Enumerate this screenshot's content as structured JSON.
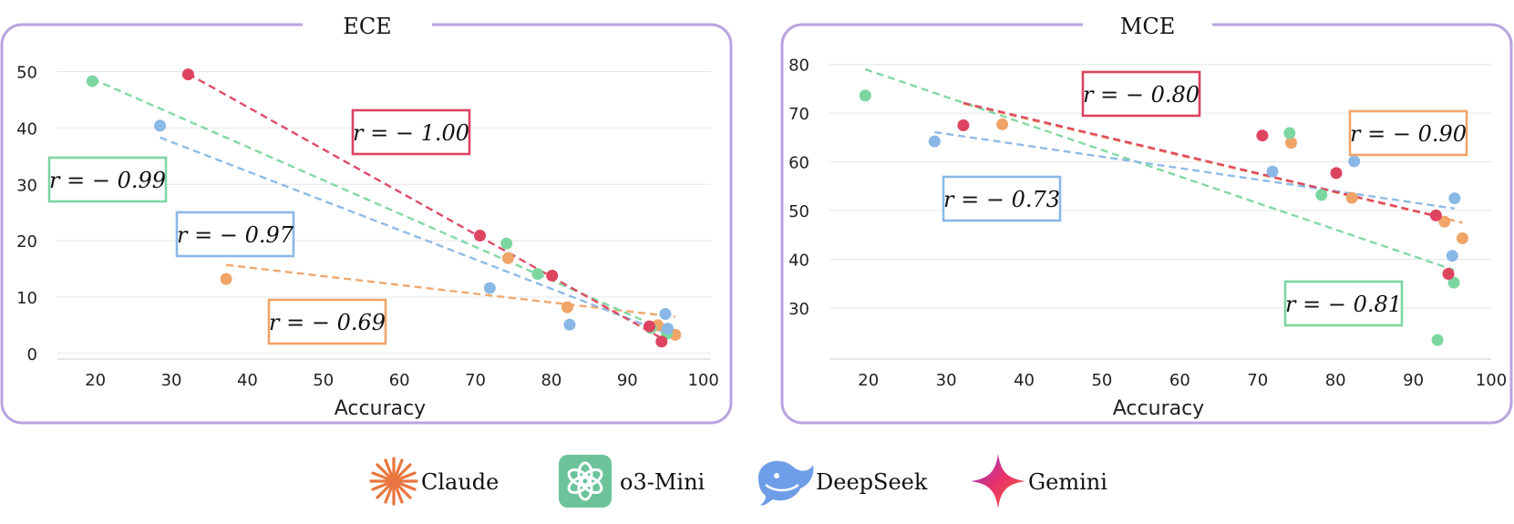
{
  "colors": {
    "claude": "#f0a468",
    "o3_mini": "#7dd6a0",
    "deepseek": "#8ab8e6",
    "gemini": "#dd4460",
    "frame": "#b8a4e0",
    "grid": "#e6e6e6"
  },
  "legend": [
    {
      "label": "Claude",
      "icon": "claude-logo-icon",
      "key": "claude"
    },
    {
      "label": "o3-Mini",
      "icon": "openai-logo-icon",
      "key": "o3_mini"
    },
    {
      "label": "DeepSeek",
      "icon": "deepseek-whale-icon",
      "key": "deepseek"
    },
    {
      "label": "Gemini",
      "icon": "gemini-star-icon",
      "key": "gemini"
    }
  ],
  "chart_data": [
    {
      "type": "scatter",
      "title": "ECE",
      "xlabel": "Accuracy",
      "ylabel": "",
      "xlim": [
        15,
        101
      ],
      "ylim": [
        -1,
        53
      ],
      "xticks": [
        20,
        30,
        40,
        50,
        60,
        70,
        80,
        90,
        100
      ],
      "yticks": [
        0,
        10,
        20,
        30,
        40,
        50
      ],
      "grid": true,
      "series": [
        {
          "name": "Claude",
          "key": "claude",
          "points": [
            [
              37.2,
              13.2
            ],
            [
              74.3,
              16.9
            ],
            [
              82.1,
              8.2
            ],
            [
              94.0,
              5.0
            ],
            [
              96.3,
              3.3
            ]
          ],
          "fit": [
            [
              37.2,
              15.7
            ],
            [
              96.3,
              6.5
            ]
          ],
          "r_label": "r = − 0.69"
        },
        {
          "name": "o3-Mini",
          "key": "o3_mini",
          "points": [
            [
              19.6,
              48.3
            ],
            [
              74.1,
              19.5
            ],
            [
              78.2,
              14.1
            ],
            [
              93.1,
              4.5
            ],
            [
              95.2,
              3.5
            ]
          ],
          "fit": [
            [
              19.6,
              48.7
            ],
            [
              95.2,
              4.0
            ]
          ],
          "r_label": "r = − 0.99"
        },
        {
          "name": "DeepSeek",
          "key": "deepseek",
          "points": [
            [
              28.5,
              40.4
            ],
            [
              71.9,
              11.6
            ],
            [
              82.4,
              5.1
            ],
            [
              95.0,
              7.0
            ],
            [
              95.3,
              4.4
            ]
          ],
          "fit": [
            [
              28.5,
              38.3
            ],
            [
              95.3,
              3.5
            ]
          ],
          "r_label": "r = − 0.97"
        },
        {
          "name": "Gemini",
          "key": "gemini",
          "points": [
            [
              32.2,
              49.5
            ],
            [
              70.6,
              20.9
            ],
            [
              80.1,
              13.8
            ],
            [
              92.9,
              4.8
            ],
            [
              94.5,
              2.1
            ]
          ],
          "fit": [
            [
              32.2,
              49.6
            ],
            [
              94.5,
              2.7
            ]
          ],
          "r_label": "r = − 1.00"
        }
      ]
    },
    {
      "type": "scatter",
      "title": "MCE",
      "xlabel": "Accuracy",
      "ylabel": "",
      "xlim": [
        15,
        100
      ],
      "ylim": [
        19.5,
        82
      ],
      "xticks": [
        20,
        30,
        40,
        50,
        60,
        70,
        80,
        90,
        100
      ],
      "yticks": [
        30,
        40,
        50,
        60,
        70,
        80
      ],
      "grid": true,
      "series": [
        {
          "name": "Claude",
          "key": "claude",
          "points": [
            [
              37.2,
              67.7
            ],
            [
              74.3,
              63.9
            ],
            [
              82.1,
              52.6
            ],
            [
              94.0,
              47.7
            ],
            [
              96.3,
              44.3
            ]
          ],
          "fit": [
            [
              32.2,
              71.9
            ],
            [
              96.3,
              47.5
            ]
          ],
          "r_label": "r = − 0.90"
        },
        {
          "name": "o3-Mini",
          "key": "o3_mini",
          "points": [
            [
              19.6,
              73.6
            ],
            [
              74.1,
              65.9
            ],
            [
              78.2,
              53.2
            ],
            [
              93.1,
              23.4
            ],
            [
              95.2,
              35.2
            ]
          ],
          "fit": [
            [
              19.6,
              79.0
            ],
            [
              95.2,
              37.8
            ]
          ],
          "r_label": "r = − 0.81"
        },
        {
          "name": "DeepSeek",
          "key": "deepseek",
          "points": [
            [
              28.5,
              64.2
            ],
            [
              71.9,
              58.0
            ],
            [
              82.4,
              60.1
            ],
            [
              95.0,
              40.7
            ],
            [
              95.3,
              52.5
            ]
          ],
          "fit": [
            [
              28.5,
              66.1
            ],
            [
              95.3,
              50.4
            ]
          ],
          "r_label": "r = − 0.73"
        },
        {
          "name": "Gemini",
          "key": "gemini",
          "points": [
            [
              32.2,
              67.5
            ],
            [
              70.6,
              65.4
            ],
            [
              80.1,
              57.7
            ],
            [
              92.9,
              49.0
            ],
            [
              94.5,
              37.0
            ]
          ],
          "fit": [
            [
              32.2,
              72.1
            ],
            [
              94.5,
              48.3
            ]
          ],
          "r_label": "r = − 0.80"
        }
      ]
    }
  ]
}
